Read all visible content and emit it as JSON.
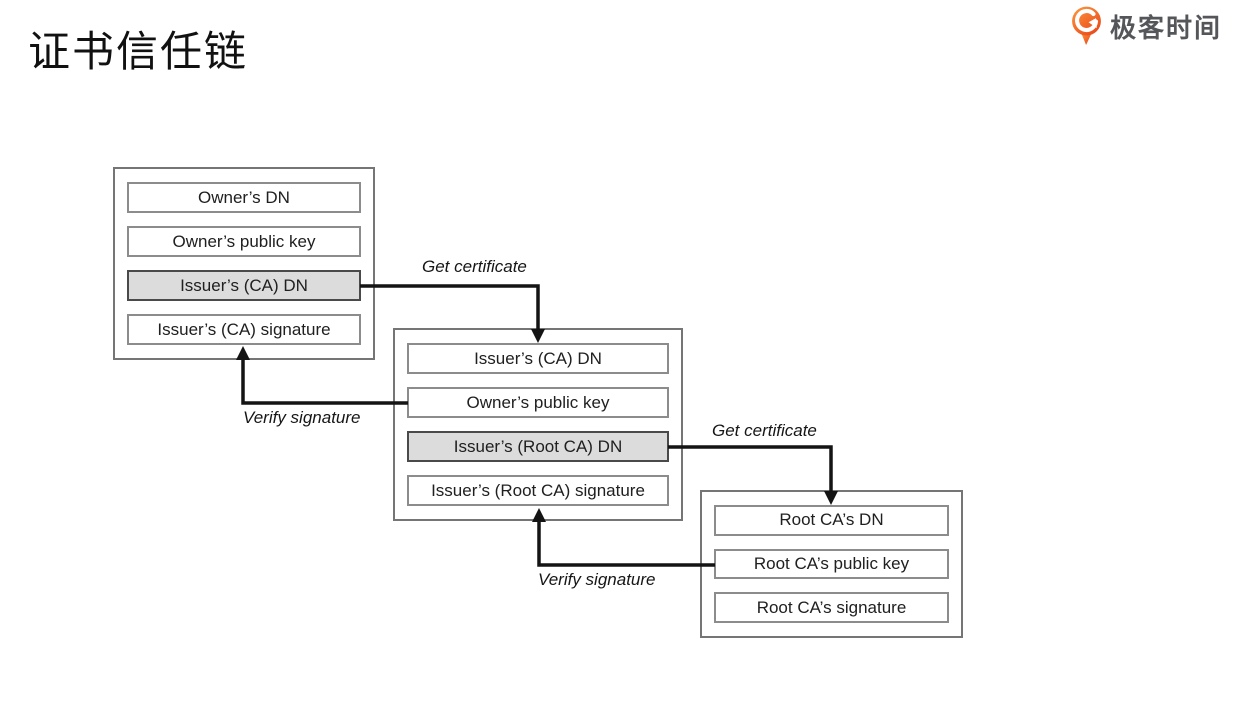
{
  "page": {
    "title": "证书信任链",
    "background_color": "#ffffff"
  },
  "logo": {
    "brand_text": "极客时间",
    "icon": "geektime-pin-icon",
    "icon_color_top": "#ff9a3d",
    "icon_color_bottom": "#e8481a",
    "text_color": "#54565a"
  },
  "diagram": {
    "colors": {
      "highlight_fill": "#dcdcdc",
      "box_border": "#757575",
      "field_border": "#8c8c8c",
      "arrow": "#141414"
    },
    "certificates": [
      {
        "id": "owner-certificate",
        "fields": [
          {
            "label": "Owner’s DN",
            "highlighted": false
          },
          {
            "label": "Owner’s public key",
            "highlighted": false
          },
          {
            "label": "Issuer’s (CA) DN",
            "highlighted": true
          },
          {
            "label": "Issuer’s (CA) signature",
            "highlighted": false
          }
        ]
      },
      {
        "id": "intermediate-ca-certificate",
        "fields": [
          {
            "label": "Issuer’s (CA) DN",
            "highlighted": false
          },
          {
            "label": "Owner’s public key",
            "highlighted": false
          },
          {
            "label": "Issuer’s (Root CA) DN",
            "highlighted": true
          },
          {
            "label": "Issuer’s (Root CA) signature",
            "highlighted": false
          }
        ]
      },
      {
        "id": "root-ca-certificate",
        "fields": [
          {
            "label": "Root CA’s DN",
            "highlighted": false
          },
          {
            "label": "Root CA’s public key",
            "highlighted": false
          },
          {
            "label": "Root CA’s signature",
            "highlighted": false
          }
        ]
      }
    ],
    "arrows": [
      {
        "action": "get-certificate",
        "label": "Get certificate",
        "from": "owner-certificate.issuers-ca-dn",
        "to": "intermediate-ca-certificate.issuers-ca-dn"
      },
      {
        "action": "verify-signature",
        "label": "Verify signature",
        "from": "intermediate-ca-certificate.owners-public-key",
        "to": "owner-certificate.issuers-ca-signature"
      },
      {
        "action": "get-certificate",
        "label": "Get certificate",
        "from": "intermediate-ca-certificate.issuers-root-ca-dn",
        "to": "root-ca-certificate.root-cas-dn"
      },
      {
        "action": "verify-signature",
        "label": "Verify signature",
        "from": "root-ca-certificate.root-cas-public-key",
        "to": "intermediate-ca-certificate.issuers-root-ca-signature"
      }
    ]
  }
}
